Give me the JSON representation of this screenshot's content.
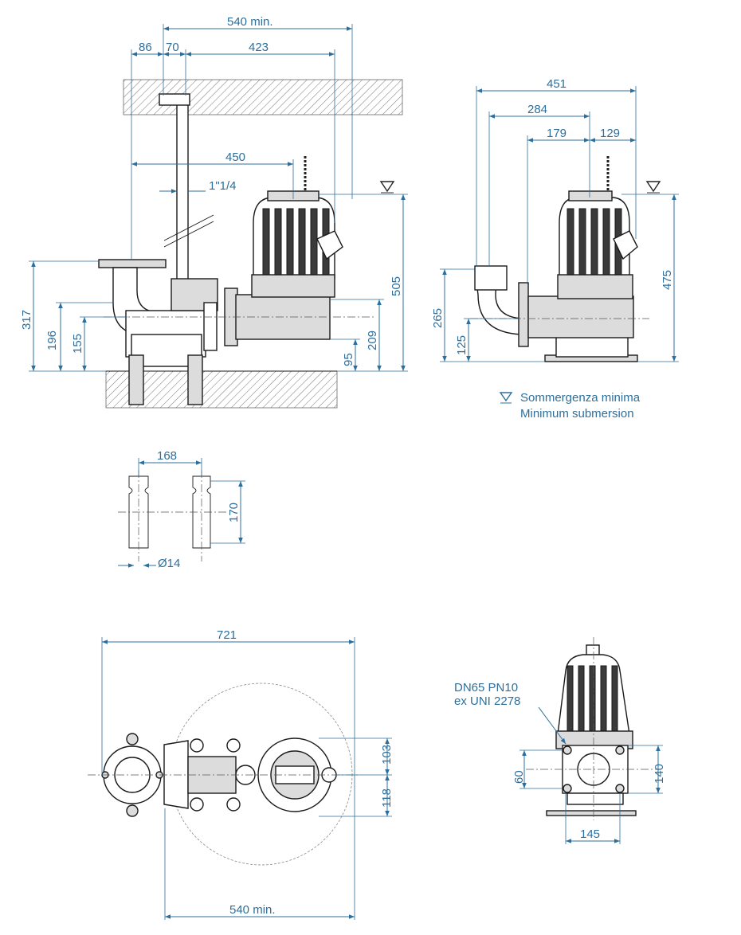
{
  "side_view": {
    "dims": {
      "total_min": "540 min.",
      "d86": "86",
      "d70": "70",
      "d423": "423",
      "d450": "450",
      "pipe": "1\"1/4",
      "h317": "317",
      "h196": "196",
      "h155": "155",
      "h505": "505",
      "h209": "209",
      "h95": "95"
    }
  },
  "front_view": {
    "dims": {
      "d451": "451",
      "d284": "284",
      "d179": "179",
      "d129": "129",
      "h475": "475",
      "h265": "265",
      "h125": "125"
    }
  },
  "legend": {
    "line1": "Sommergenza minima",
    "line2": "Minimum submersion"
  },
  "anchor_view": {
    "dims": {
      "d168": "168",
      "d170": "170",
      "d14": "Ø14"
    }
  },
  "top_view": {
    "dims": {
      "d721": "721",
      "d540": "540 min.",
      "d103": "103",
      "d118": "118"
    }
  },
  "outlet_view": {
    "label_line1": "DN65 PN10",
    "label_line2": "ex UNI 2278",
    "dims": {
      "d140": "140",
      "d60": "60",
      "d145": "145"
    }
  },
  "colors": {
    "dimension": "#2d6f9c",
    "outline": "#1a1a1a"
  }
}
